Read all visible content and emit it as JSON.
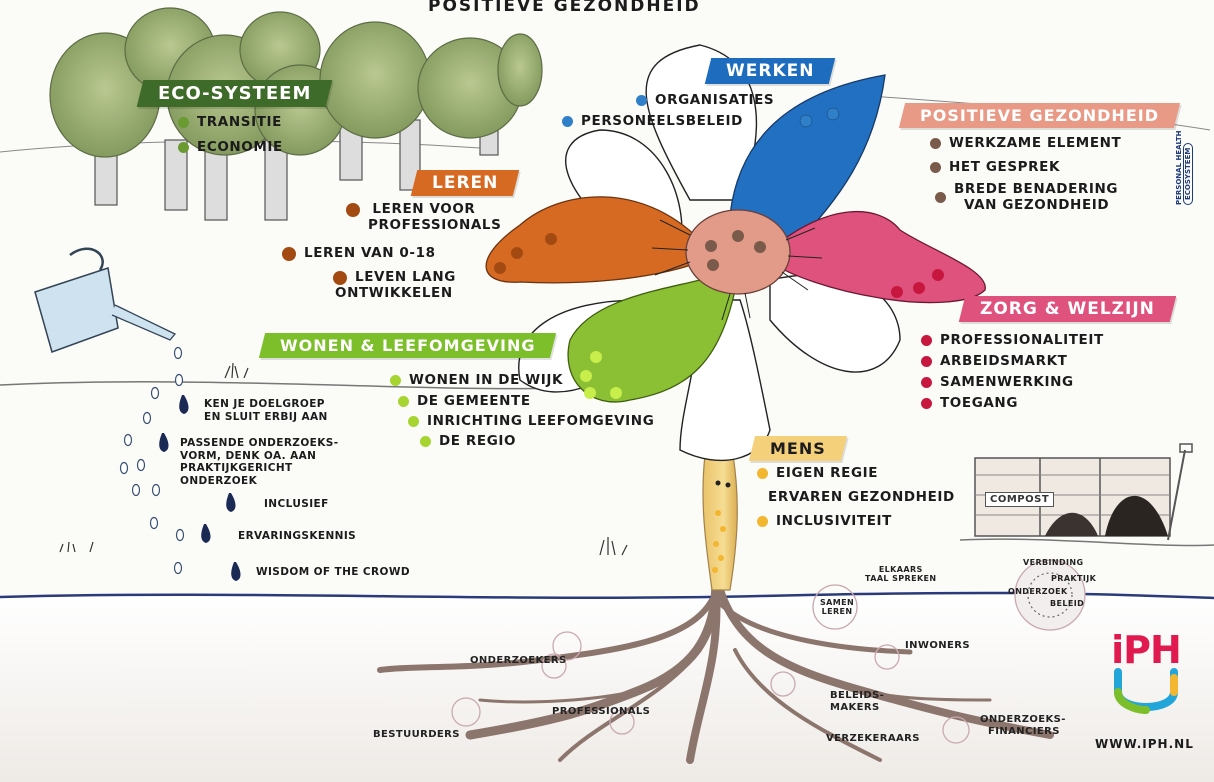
{
  "header": {
    "title": "Positieve gezondheid"
  },
  "colors": {
    "eco": "#3f6b2a",
    "eco_dot": "#6a9a32",
    "werken": "#1e6cbd",
    "werken_dot": "#2f7fc9",
    "positief": "#e89a86",
    "positief_dot": "#7a5b4b",
    "leren": "#d66a22",
    "leren_dot": "#a34a12",
    "wonen": "#7cbf2a",
    "wonen_dot": "#a6d431",
    "zorg": "#e0527e",
    "zorg_dot": "#c8173f",
    "mens": "#f3d079",
    "mens_dot": "#f2b630"
  },
  "sections": {
    "eco": {
      "title": "Eco-systeem",
      "items": [
        "Transitie",
        "Economie"
      ]
    },
    "werken": {
      "title": "Werken",
      "items": [
        "Organisaties",
        "Personeelsbeleid"
      ]
    },
    "positief": {
      "title": "Positieve gezondheid",
      "items": [
        "Werkzame element",
        "Het gesprek",
        "Brede benadering",
        "van gezondheid"
      ]
    },
    "leren": {
      "title": "Leren",
      "items": [
        "Leren voor",
        "professionals",
        "Leren van 0-18",
        "Leven lang",
        "ontwikkelen"
      ]
    },
    "wonen": {
      "title": "Wonen & leefomgeving",
      "items": [
        "Wonen in de wijk",
        "De gemeente",
        "Inrichting leefomgeving",
        "De regio"
      ]
    },
    "zorg": {
      "title": "Zorg & welzijn",
      "items": [
        "Professionaliteit",
        "Arbeidsmarkt",
        "Samenwerking",
        "Toegang"
      ]
    },
    "mens": {
      "title": "Mens",
      "items": [
        "Eigen regie",
        "Ervaren gezondheid",
        "Inclusiviteit"
      ]
    }
  },
  "drops": [
    "Ken je doelgroep",
    "en sluit erbij aan",
    "Passende onderzoeks-",
    "vorm, denk oa. aan",
    "praktijkgericht",
    "onderzoek",
    "Inclusief",
    "Ervaringskennis",
    "Wisdom of the crowd"
  ],
  "roots": {
    "onderzoekers": "Onderzoekers",
    "professionals": "Professionals",
    "bestuurders": "Bestuurders",
    "verzekeraars": "Verzekeraars",
    "beleidsmakers_1": "Beleids-",
    "beleidsmakers_2": "makers",
    "inwoners": "Inwoners",
    "financiers_1": "Onderzoeks-",
    "financiers_2": "financiers",
    "samen_1": "Samen",
    "samen_2": "leren",
    "elkaars_1": "Elkaars",
    "elkaars_2": "taal spreken",
    "verbinding": "Verbinding",
    "praktijk": "Praktijk",
    "onderzoek": "Onderzoek",
    "beleid": "Beleid"
  },
  "compost_sign": "Compost",
  "side_note": {
    "line1": "PERSONAL HEALTH",
    "line2": "ECOSYSTEEM"
  },
  "logo": {
    "text": "iPH",
    "url": "WWW.IPH.NL"
  }
}
